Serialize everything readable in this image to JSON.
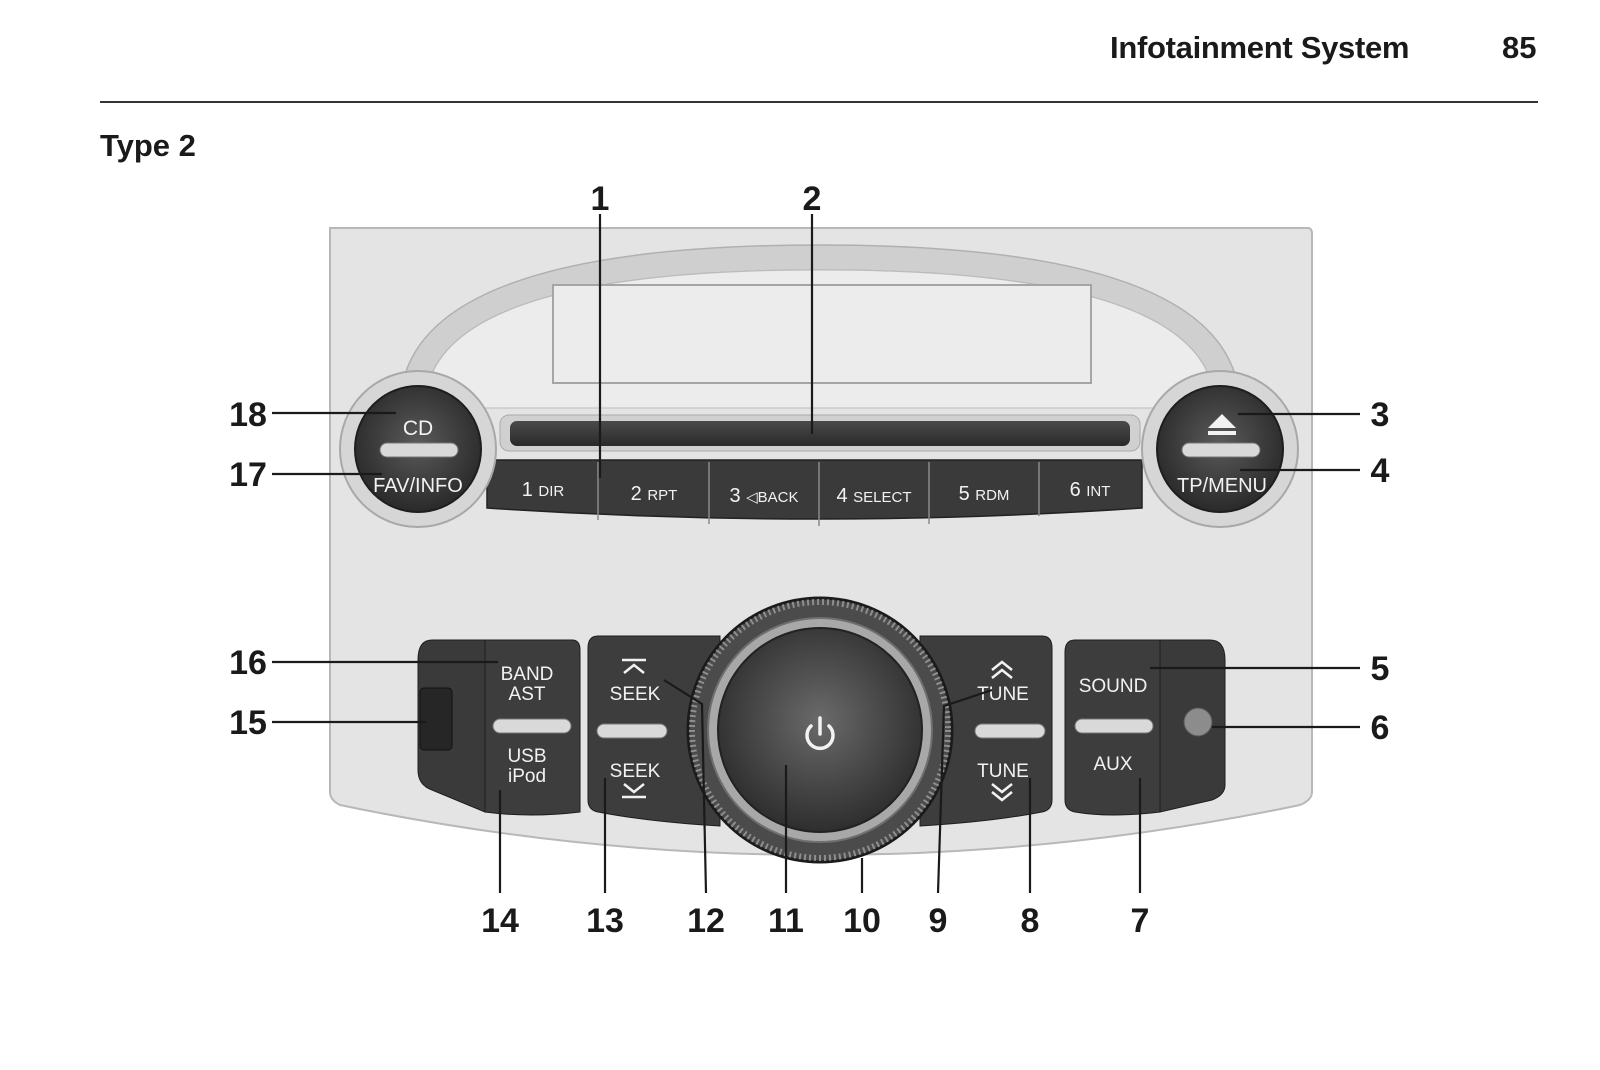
{
  "header": {
    "title": "Infotainment System",
    "page_number": "85"
  },
  "section_label": "Type 2",
  "buttons": {
    "cd": "CD",
    "fav_info": "FAV/INFO",
    "tp_menu": "TP/MENU",
    "presets": [
      {
        "num": "1",
        "label": "DIR"
      },
      {
        "num": "2",
        "label": "RPT"
      },
      {
        "num": "3",
        "label": "◁BACK"
      },
      {
        "num": "4",
        "label": "SELECT"
      },
      {
        "num": "5",
        "label": "RDM"
      },
      {
        "num": "6",
        "label": "INT"
      }
    ],
    "band_line1": "BAND",
    "band_line2": "AST",
    "usb_line1": "USB",
    "usb_line2": "iPod",
    "seek_up": "SEEK",
    "seek_down": "SEEK",
    "tune_up": "TUNE",
    "tune_down": "TUNE",
    "sound": "SOUND",
    "aux": "AUX"
  },
  "callouts": [
    "1",
    "2",
    "3",
    "4",
    "5",
    "6",
    "7",
    "8",
    "9",
    "10",
    "11",
    "12",
    "13",
    "14",
    "15",
    "16",
    "17",
    "18"
  ]
}
